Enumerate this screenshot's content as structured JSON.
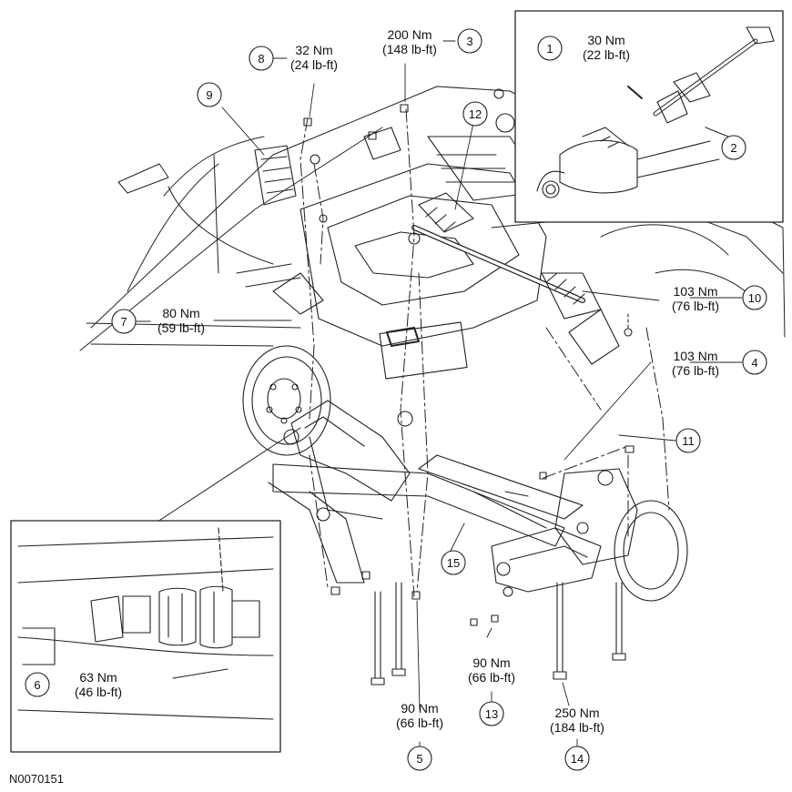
{
  "reference_number": "N0070151",
  "callouts": [
    {
      "id": "c1",
      "number": "1",
      "torque_nm": "30 Nm",
      "torque_lbft": "(22 lb-ft)"
    },
    {
      "id": "c2",
      "number": "2"
    },
    {
      "id": "c3",
      "number": "3",
      "torque_nm": "200 Nm",
      "torque_lbft": "(148 lb-ft)"
    },
    {
      "id": "c4",
      "number": "4",
      "torque_nm": "103 Nm",
      "torque_lbft": "(76 lb-ft)"
    },
    {
      "id": "c5",
      "number": "5",
      "torque_nm": "90 Nm",
      "torque_lbft": "(66 lb-ft)"
    },
    {
      "id": "c6",
      "number": "6",
      "torque_nm": "63 Nm",
      "torque_lbft": "(46 lb-ft)"
    },
    {
      "id": "c7",
      "number": "7",
      "torque_nm": "80 Nm",
      "torque_lbft": "(59 lb-ft)"
    },
    {
      "id": "c8",
      "number": "8",
      "torque_nm": "32 Nm",
      "torque_lbft": "(24 lb-ft)"
    },
    {
      "id": "c9",
      "number": "9"
    },
    {
      "id": "c10",
      "number": "10",
      "torque_nm": "103 Nm",
      "torque_lbft": "(76 lb-ft)"
    },
    {
      "id": "c11",
      "number": "11"
    },
    {
      "id": "c12",
      "number": "12"
    },
    {
      "id": "c13",
      "number": "13",
      "torque_nm": "90 Nm",
      "torque_lbft": "(66 lb-ft)"
    },
    {
      "id": "c14",
      "number": "14",
      "torque_nm": "250 Nm",
      "torque_lbft": "(184 lb-ft)"
    },
    {
      "id": "c15",
      "number": "15"
    }
  ]
}
